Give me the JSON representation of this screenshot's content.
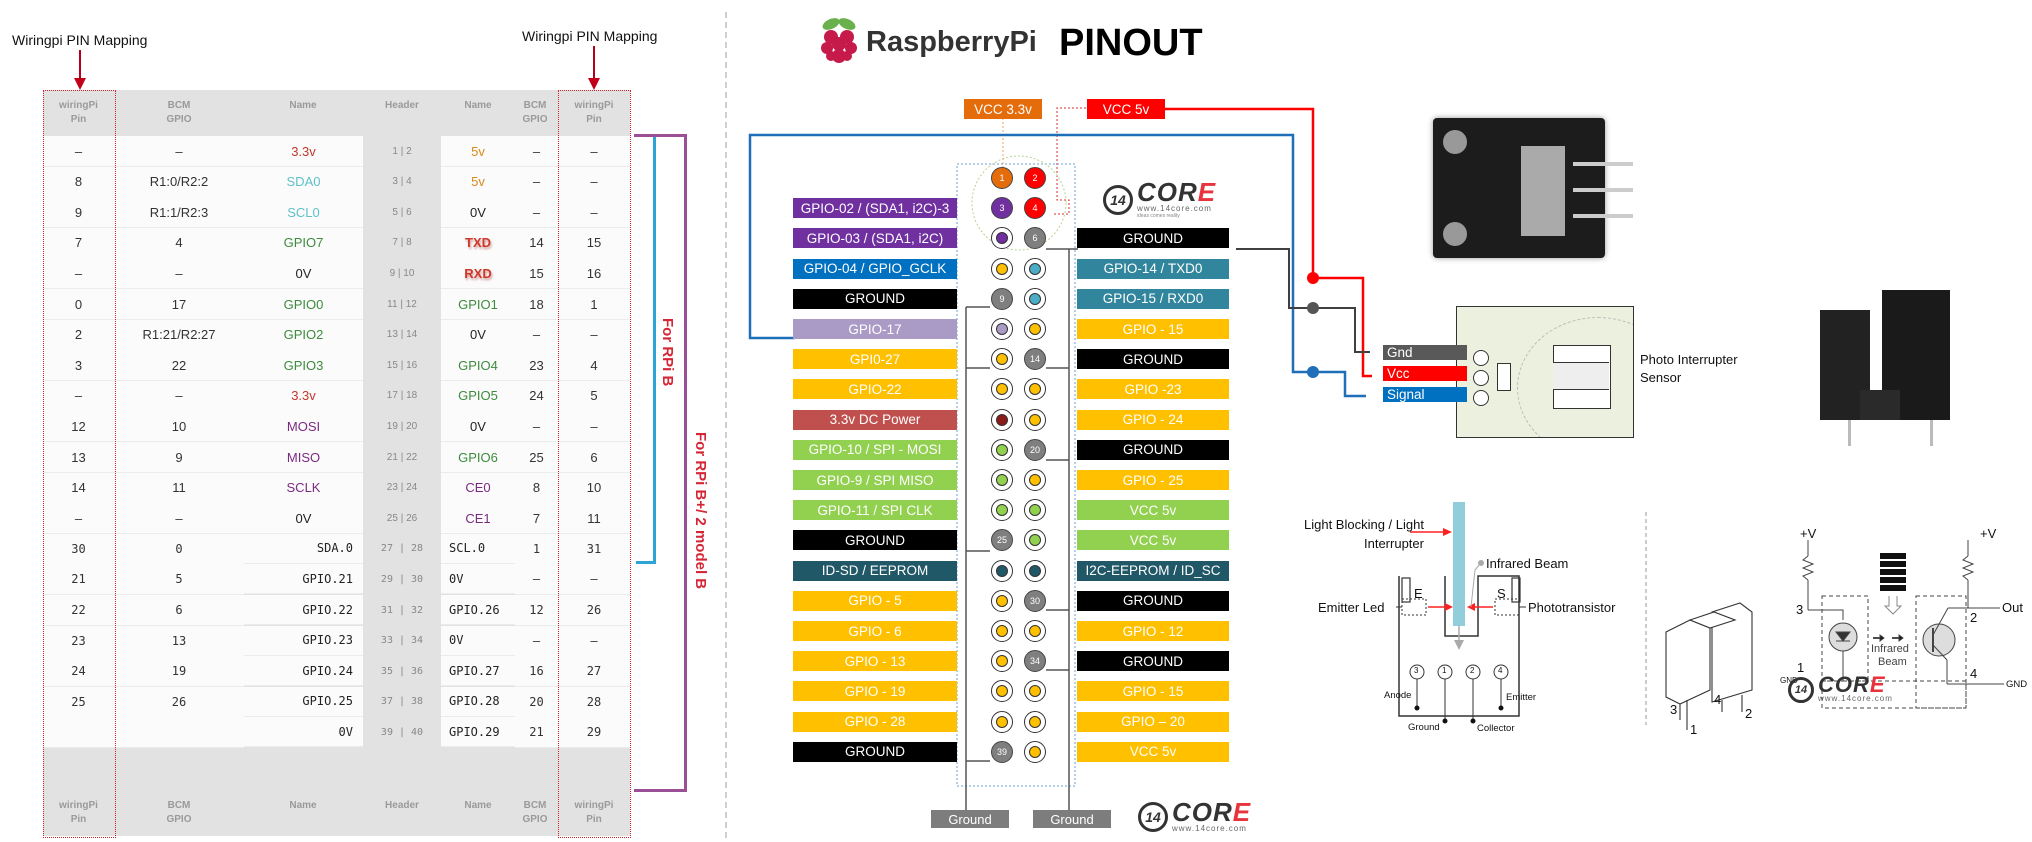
{
  "left": {
    "wiringpi_label_left": "Wiringpi PIN Mapping",
    "wiringpi_label_right": "Wiringpi PIN Mapping",
    "columns": [
      {
        "l1": "wiringPi",
        "l2": "Pin"
      },
      {
        "l1": "BCM",
        "l2": "GPIO"
      },
      {
        "l1": "Name",
        "l2": ""
      },
      {
        "l1": "Header",
        "l2": ""
      },
      {
        "l1": "Name",
        "l2": ""
      },
      {
        "l1": "BCM",
        "l2": "GPIO"
      },
      {
        "l1": "wiringPi",
        "l2": "Pin"
      }
    ],
    "rows": [
      {
        "wpL": "–",
        "bcmL": "–",
        "nameL": "3.3v",
        "colL": "#c0392b",
        "hdr": "1 | 2",
        "nameR": "5v",
        "colR": "#d68a1c",
        "bcmR": "–",
        "wpR": "–"
      },
      {
        "wpL": "8",
        "bcmL": "R1:0/R2:2",
        "nameL": "SDA0",
        "colL": "#5fc0c8",
        "hdr": "3 | 4",
        "nameR": "5v",
        "colR": "#d68a1c",
        "bcmR": "–",
        "wpR": "–"
      },
      {
        "wpL": "9",
        "bcmL": "R1:1/R2:3",
        "nameL": "SCL0",
        "colL": "#5fc0c8",
        "hdr": "5 | 6",
        "nameR": "0V",
        "colR": "#222222",
        "bcmR": "–",
        "wpR": "–"
      },
      {
        "wpL": "7",
        "bcmL": "4",
        "nameL": "GPIO7",
        "colL": "#3d8b3d",
        "hdr": "7 | 8",
        "nameR": "TXD",
        "colR": "#d0392b",
        "bcmR": "14",
        "wpR": "15"
      },
      {
        "wpL": "–",
        "bcmL": "–",
        "nameL": "0V",
        "colL": "#222222",
        "hdr": "9 | 10",
        "nameR": "RXD",
        "colR": "#d0392b",
        "bcmR": "15",
        "wpR": "16"
      },
      {
        "wpL": "0",
        "bcmL": "17",
        "nameL": "GPIO0",
        "colL": "#3d8b3d",
        "hdr": "11 | 12",
        "nameR": "GPIO1",
        "colR": "#3d8b3d",
        "bcmR": "18",
        "wpR": "1"
      },
      {
        "wpL": "2",
        "bcmL": "R1:21/R2:27",
        "nameL": "GPIO2",
        "colL": "#3d8b3d",
        "hdr": "13 | 14",
        "nameR": "0V",
        "colR": "#222222",
        "bcmR": "–",
        "wpR": "–"
      },
      {
        "wpL": "3",
        "bcmL": "22",
        "nameL": "GPIO3",
        "colL": "#3d8b3d",
        "hdr": "15 | 16",
        "nameR": "GPIO4",
        "colR": "#3d8b3d",
        "bcmR": "23",
        "wpR": "4"
      },
      {
        "wpL": "–",
        "bcmL": "–",
        "nameL": "3.3v",
        "colL": "#c0392b",
        "hdr": "17 | 18",
        "nameR": "GPIO5",
        "colR": "#3d8b3d",
        "bcmR": "24",
        "wpR": "5"
      },
      {
        "wpL": "12",
        "bcmL": "10",
        "nameL": "MOSI",
        "colL": "#7b2a82",
        "hdr": "19 | 20",
        "nameR": "0V",
        "colR": "#222222",
        "bcmR": "–",
        "wpR": "–"
      },
      {
        "wpL": "13",
        "bcmL": "9",
        "nameL": "MISO",
        "colL": "#7b2a82",
        "hdr": "21 | 22",
        "nameR": "GPIO6",
        "colR": "#3d8b3d",
        "bcmR": "25",
        "wpR": "6"
      },
      {
        "wpL": "14",
        "bcmL": "11",
        "nameL": "SCLK",
        "colL": "#7b2a82",
        "hdr": "23 | 24",
        "nameR": "CE0",
        "colR": "#7b2a82",
        "bcmR": "8",
        "wpR": "10"
      },
      {
        "wpL": "–",
        "bcmL": "–",
        "nameL": "0V",
        "colL": "#222222",
        "hdr": "25 | 26",
        "nameR": "CE1",
        "colR": "#7b2a82",
        "bcmR": "7",
        "wpR": "11"
      },
      {
        "wpL": "30",
        "bcmL": "0",
        "nameL": "SDA.0",
        "colL": "#222222",
        "hdr": "27 | 28",
        "nameR": "SCL.0",
        "colR": "#222222",
        "bcmR": "1",
        "wpR": "31"
      },
      {
        "wpL": "21",
        "bcmL": "5",
        "nameL": "GPIO.21",
        "colL": "#222222",
        "hdr": "29 | 30",
        "nameR": "0V",
        "colR": "#222222",
        "bcmR": "–",
        "wpR": "–"
      },
      {
        "wpL": "22",
        "bcmL": "6",
        "nameL": "GPIO.22",
        "colL": "#222222",
        "hdr": "31 | 32",
        "nameR": "GPIO.26",
        "colR": "#222222",
        "bcmR": "12",
        "wpR": "26"
      },
      {
        "wpL": "23",
        "bcmL": "13",
        "nameL": "GPIO.23",
        "colL": "#222222",
        "hdr": "33 | 34",
        "nameR": "0V",
        "colR": "#222222",
        "bcmR": "–",
        "wpR": "–"
      },
      {
        "wpL": "24",
        "bcmL": "19",
        "nameL": "GPIO.24",
        "colL": "#222222",
        "hdr": "35 | 36",
        "nameR": "GPIO.27",
        "colR": "#222222",
        "bcmR": "16",
        "wpR": "27"
      },
      {
        "wpL": "25",
        "bcmL": "26",
        "nameL": "GPIO.25",
        "colL": "#222222",
        "hdr": "37 | 38",
        "nameR": "GPIO.28",
        "colR": "#222222",
        "bcmR": "20",
        "wpR": "28"
      },
      {
        "wpL": "",
        "bcmL": "",
        "nameL": "0V",
        "colL": "#222222",
        "hdr": "39 | 40",
        "nameR": "GPIO.29",
        "colR": "#222222",
        "bcmR": "21",
        "wpR": "29"
      }
    ],
    "bracket_rpi_b": "For RPi B",
    "bracket_rpi_bplus": "For RPi B+/ 2 model B",
    "colors": {
      "rpi_b": "#2ea3d6",
      "rpi_bplus": "#9b4f96",
      "text": "#d52636"
    }
  },
  "pinout": {
    "brand": "RaspberryPi",
    "title": "PINOUT",
    "vcc33_label": "VCC 3.3v",
    "vcc5_label": "VCC 5v",
    "logo": {
      "num": "14",
      "word_a": "COR",
      "word_b": "E",
      "url": "www.14core.com",
      "tagline": "ideas comes reality"
    },
    "left_labels": [
      {
        "text": "GPIO-02 / (SDA1, i2C)-3",
        "bg": "#7030a0"
      },
      {
        "text": "GPIO-03 / (SDA1, i2C)",
        "bg": "#7030a0"
      },
      {
        "text": "GPIO-04 / GPIO_GCLK",
        "bg": "#0070c0"
      },
      {
        "text": "GROUND",
        "bg": "#000000"
      },
      {
        "text": "GPIO-17",
        "bg": "#a99bc6"
      },
      {
        "text": "GPI0-27",
        "bg": "#ffc000"
      },
      {
        "text": "GPIO-22",
        "bg": "#ffc000"
      },
      {
        "text": "3.3v DC Power",
        "bg": "#c0504d"
      },
      {
        "text": "GPIO-10 / SPI - MOSI",
        "bg": "#92d050"
      },
      {
        "text": "GPIO-9 / SPI MISO",
        "bg": "#92d050"
      },
      {
        "text": "GPIO-11 / SPI CLK",
        "bg": "#92d050"
      },
      {
        "text": "GROUND",
        "bg": "#000000"
      },
      {
        "text": "ID-SD / EEPROM",
        "bg": "#215868"
      },
      {
        "text": "GPIO - 5",
        "bg": "#ffc000"
      },
      {
        "text": "GPIO - 6",
        "bg": "#ffc000"
      },
      {
        "text": "GPIO - 13",
        "bg": "#ffc000"
      },
      {
        "text": "GPIO - 19",
        "bg": "#ffc000"
      },
      {
        "text": "GPIO - 28",
        "bg": "#ffc000"
      },
      {
        "text": "GROUND",
        "bg": "#000000"
      }
    ],
    "right_labels": [
      {
        "text": "GROUND",
        "bg": "#000000"
      },
      {
        "text": "GPIO-14 / TXD0",
        "bg": "#31859c"
      },
      {
        "text": "GPIO-15 / RXD0",
        "bg": "#31859c"
      },
      {
        "text": "GPIO - 15",
        "bg": "#ffc000"
      },
      {
        "text": "GROUND",
        "bg": "#000000"
      },
      {
        "text": "GPIO -23",
        "bg": "#ffc000"
      },
      {
        "text": "GPIO - 24",
        "bg": "#ffc000"
      },
      {
        "text": "GROUND",
        "bg": "#000000"
      },
      {
        "text": "GPIO - 25",
        "bg": "#ffc000"
      },
      {
        "text": "VCC 5v",
        "bg": "#92d050"
      },
      {
        "text": "VCC 5v",
        "bg": "#92d050"
      },
      {
        "text": "I2C-EEPROM / ID_SC",
        "bg": "#215868"
      },
      {
        "text": "GROUND",
        "bg": "#000000"
      },
      {
        "text": "GPIO - 12",
        "bg": "#ffc000"
      },
      {
        "text": "GROUND",
        "bg": "#000000"
      },
      {
        "text": "GPIO - 15",
        "bg": "#ffc000"
      },
      {
        "text": "GPIO – 20",
        "bg": "#ffc000"
      },
      {
        "text": "VCC 5v",
        "bg": "#ffc000"
      }
    ],
    "pins_left": [
      {
        "num": "1",
        "type": "solid",
        "color": "#e46c0a"
      },
      {
        "num": "3",
        "type": "solid",
        "color": "#7030a0"
      },
      {
        "num": "",
        "type": "ring",
        "color": "#7030a0"
      },
      {
        "num": "",
        "type": "ring",
        "color": "#ffc000"
      },
      {
        "num": "9",
        "type": "solid",
        "color": "#7f7f7f"
      },
      {
        "num": "",
        "type": "ring",
        "color": "#a99bc6"
      },
      {
        "num": "",
        "type": "ring",
        "color": "#ffc000"
      },
      {
        "num": "",
        "type": "ring",
        "color": "#ffc000"
      },
      {
        "num": "",
        "type": "ring",
        "color": "#8b1a1a"
      },
      {
        "num": "",
        "type": "ring",
        "color": "#92d050"
      },
      {
        "num": "",
        "type": "ring",
        "color": "#92d050"
      },
      {
        "num": "",
        "type": "ring",
        "color": "#92d050"
      },
      {
        "num": "25",
        "type": "solid",
        "color": "#7f7f7f"
      },
      {
        "num": "",
        "type": "ring",
        "color": "#215868"
      },
      {
        "num": "",
        "type": "ring",
        "color": "#ffc000"
      },
      {
        "num": "",
        "type": "ring",
        "color": "#ffc000"
      },
      {
        "num": "",
        "type": "ring",
        "color": "#ffc000"
      },
      {
        "num": "",
        "type": "ring",
        "color": "#ffc000"
      },
      {
        "num": "",
        "type": "ring",
        "color": "#ffc000"
      },
      {
        "num": "39",
        "type": "solid",
        "color": "#7f7f7f"
      }
    ],
    "pins_right": [
      {
        "num": "2",
        "type": "solid",
        "color": "#ff0000"
      },
      {
        "num": "4",
        "type": "solid",
        "color": "#ff0000"
      },
      {
        "num": "6",
        "type": "solid",
        "color": "#7f7f7f"
      },
      {
        "num": "",
        "type": "ring",
        "color": "#4bacc6"
      },
      {
        "num": "",
        "type": "ring",
        "color": "#4bacc6"
      },
      {
        "num": "",
        "type": "ring",
        "color": "#ffc000"
      },
      {
        "num": "14",
        "type": "solid",
        "color": "#7f7f7f"
      },
      {
        "num": "",
        "type": "ring",
        "color": "#ffc000"
      },
      {
        "num": "",
        "type": "ring",
        "color": "#ffc000"
      },
      {
        "num": "20",
        "type": "solid",
        "color": "#7f7f7f"
      },
      {
        "num": "",
        "type": "ring",
        "color": "#ffc000"
      },
      {
        "num": "",
        "type": "ring",
        "color": "#92d050"
      },
      {
        "num": "",
        "type": "ring",
        "color": "#92d050"
      },
      {
        "num": "",
        "type": "ring",
        "color": "#215868"
      },
      {
        "num": "30",
        "type": "solid",
        "color": "#7f7f7f"
      },
      {
        "num": "",
        "type": "ring",
        "color": "#ffc000"
      },
      {
        "num": "34",
        "type": "solid",
        "color": "#7f7f7f"
      },
      {
        "num": "",
        "type": "ring",
        "color": "#ffc000"
      },
      {
        "num": "",
        "type": "ring",
        "color": "#ffc000"
      },
      {
        "num": "",
        "type": "ring",
        "color": "#ffc000"
      }
    ],
    "ground_left": "Ground",
    "ground_right": "Ground"
  },
  "sensor": {
    "module_pins": [
      {
        "text": "Gnd",
        "bg": "#595959"
      },
      {
        "text": "Vcc",
        "bg": "#ff0000"
      },
      {
        "text": "Signal",
        "bg": "#0070c0"
      }
    ],
    "module_caption_1": "Photo Interrupter",
    "module_caption_2": "Sensor",
    "wire_colors": {
      "vcc": "#ff0000",
      "gnd": "#404040",
      "signal": "#1f6fb8"
    }
  },
  "schematic": {
    "light_blocking_1": "Light Blocking / Light",
    "light_blocking_2": "Interrupter",
    "infrared_beam": "Infrared Beam",
    "emitter_led": "Emitter Led",
    "phototransistor": "Phototransistor",
    "e_label": "E",
    "s_label": "S",
    "pin_nums": [
      "3",
      "1",
      "2",
      "4"
    ],
    "anode": "Anode",
    "ground": "Ground",
    "collector": "Collector",
    "emitter": "Emitter"
  },
  "circuit": {
    "vplus_left": "+V",
    "vplus_right": "+V",
    "out": "Out",
    "gnd": "GND",
    "gnd_left": "GND",
    "infrared": "Infrared",
    "beam": "Beam",
    "pins": {
      "p3": "3",
      "p1": "1",
      "p2": "2",
      "p4": "4"
    },
    "pkg_pins": {
      "p3": "3",
      "p1": "1",
      "p4": "4",
      "p2": "2"
    }
  }
}
